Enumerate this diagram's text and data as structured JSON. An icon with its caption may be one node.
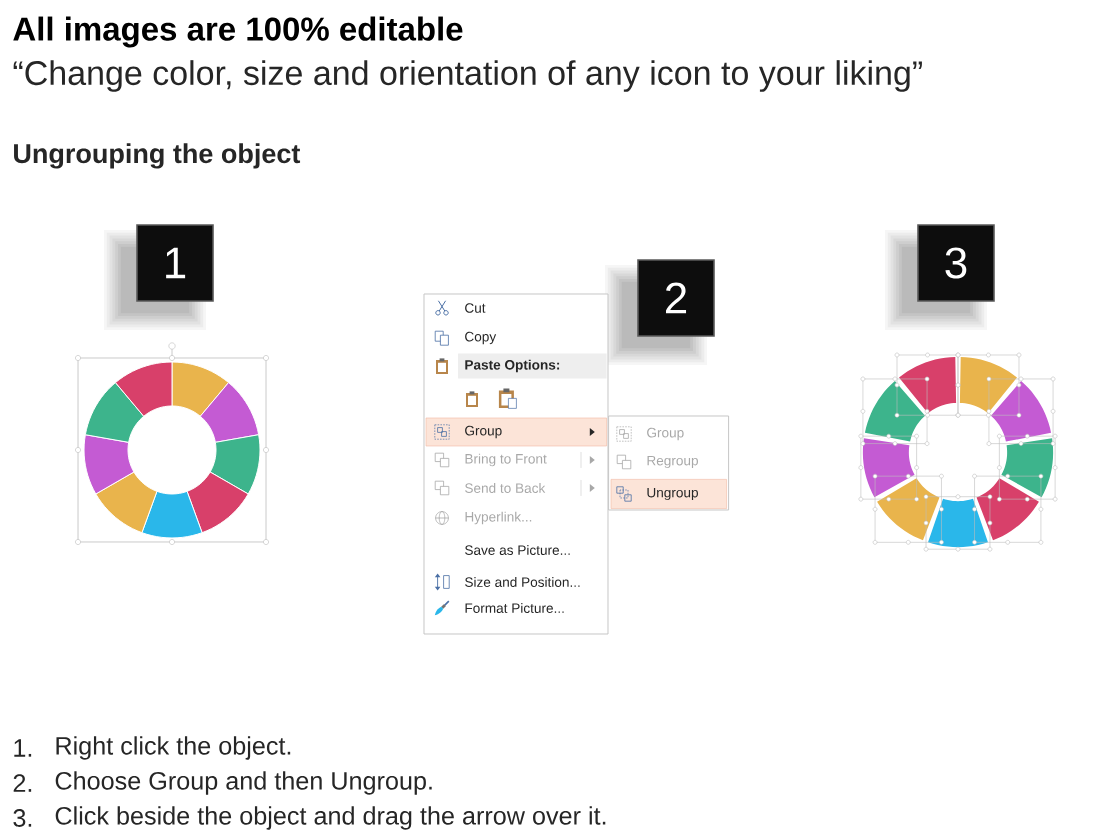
{
  "diagram": {
    "title": "All images are 100% editable",
    "nodes": [
      {
        "text": [
          "1"
        ]
      },
      {
        "text": [
          "2"
        ]
      },
      {
        "text": [
          "3"
        ]
      },
      {
        "text": [
          "Cut",
          "Copy",
          "Paste Options:",
          "Group",
          "Bring to Front",
          "Send to Back",
          "Hyperlink...",
          "Save as Picture...",
          "Size and Position...",
          "Format Picture..."
        ]
      },
      {
        "text": [
          "Group",
          "Regroup",
          "Ungroup"
        ]
      }
    ],
    "labels": [
      "“Change color, size and orientation of any icon to your liking”",
      "Ungrouping the object",
      "1.",
      "Right click the object.",
      "2.",
      "Choose Group and then Ungroup.",
      "3.",
      "Click beside the object and drag the arrow over it."
    ]
  }
}
